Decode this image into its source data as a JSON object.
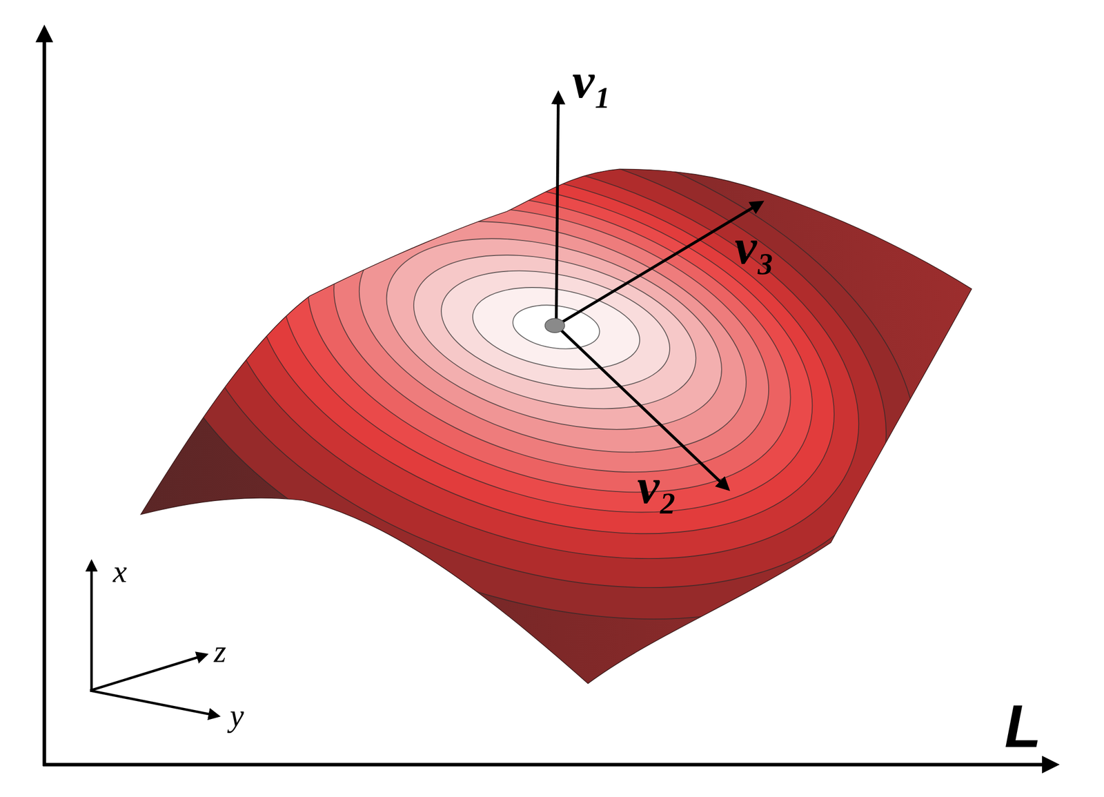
{
  "diagram": {
    "labels": [
      "v₁",
      "v₃",
      "v₂",
      "x",
      "z",
      "y",
      "L"
    ]
  }
}
